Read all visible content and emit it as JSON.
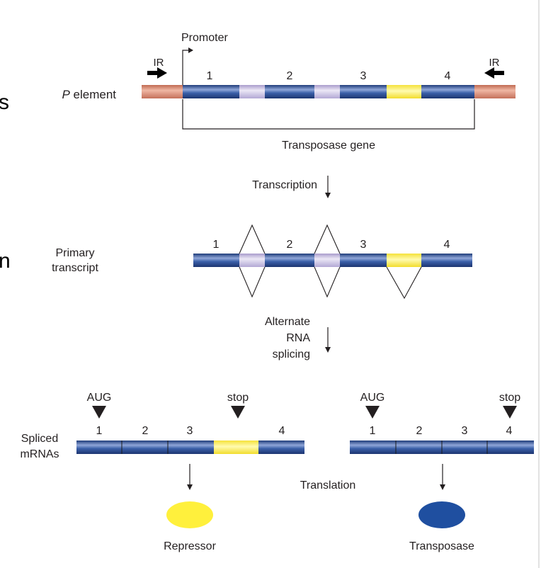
{
  "edge_text": [
    "s",
    "n"
  ],
  "p_element": {
    "label": "element",
    "label_prefix": "P",
    "promoter_label": "Promoter",
    "ir_left": "IR",
    "ir_right": "IR",
    "exon_numbers": [
      "1",
      "2",
      "3",
      "4"
    ],
    "gene_label": "Transposase gene"
  },
  "step_transcription": "Transcription",
  "primary_transcript": {
    "label_line1": "Primary",
    "label_line2": "transcript",
    "exon_numbers": [
      "1",
      "2",
      "3",
      "4"
    ]
  },
  "step_splicing": {
    "line1": "Alternate",
    "line2": "RNA",
    "line3": "splicing"
  },
  "spliced": {
    "label_line1": "Spliced",
    "label_line2": "mRNAs",
    "left": {
      "start_codon": "AUG",
      "stop_codon": "stop",
      "exon_numbers": [
        "1",
        "2",
        "3",
        "4"
      ],
      "product": "Repressor"
    },
    "right": {
      "start_codon": "AUG",
      "stop_codon": "stop",
      "exon_numbers": [
        "1",
        "2",
        "3",
        "4"
      ],
      "product": "Transposase"
    }
  },
  "step_translation": "Translation",
  "colors": {
    "exon_blue": "#3a5fa8",
    "intron_lilac": "#c8c0e0",
    "intron_yellow": "#fff15a",
    "ir_salmon": "#d9826a",
    "repressor": "#fff03c",
    "transposase": "#1f4fa0"
  }
}
